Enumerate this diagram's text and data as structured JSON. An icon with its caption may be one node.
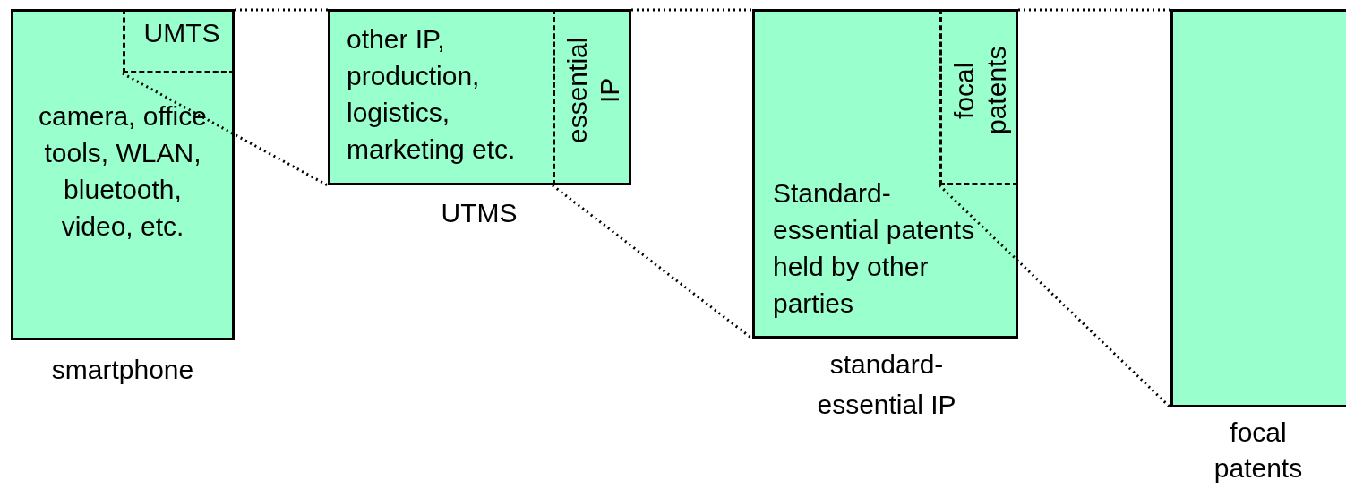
{
  "diagram": {
    "nodes": [
      {
        "text": [
          "camera, office tools, WLAN, bluetooth, video, etc."
        ],
        "beside": [
          "smartphone"
        ]
      },
      {
        "text": [
          "UMTS"
        ],
        "in": 0
      },
      {
        "text": [
          "other IP, production, logistics, marketing etc."
        ],
        "beside": [
          "UTMS"
        ]
      },
      {
        "text": [
          "essential IP"
        ],
        "in": 2
      },
      {
        "text": [
          "Standard- essential patents held by other parties"
        ],
        "beside": [
          "standard- essential IP"
        ]
      },
      {
        "text": [
          "focal patents"
        ],
        "in": 4
      },
      {
        "text": [],
        "shape": "box",
        "beside": [
          "focal patents"
        ]
      }
    ],
    "edges": [
      {
        "from": 1,
        "to": 2,
        "arrow": "none"
      },
      {
        "from": 1,
        "to": 2,
        "arrow": "none"
      },
      {
        "from": 3,
        "to": 4,
        "arrow": "none"
      },
      {
        "from": 3,
        "to": 4,
        "arrow": "none"
      },
      {
        "from": 5,
        "to": 6,
        "arrow": "none"
      },
      {
        "from": 5,
        "to": 6,
        "arrow": "none"
      }
    ]
  }
}
